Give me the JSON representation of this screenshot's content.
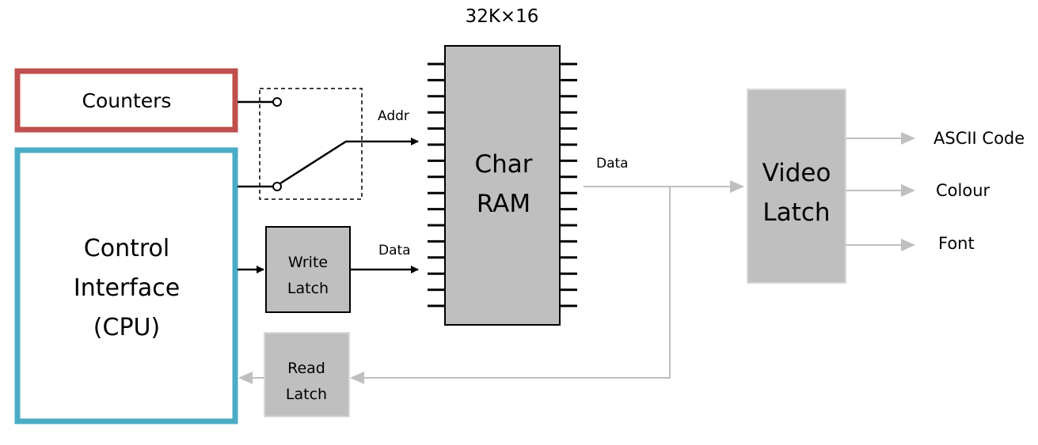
{
  "blocks": {
    "counters": {
      "label": "Counters",
      "color": "#c0504d"
    },
    "control_interface": {
      "label": "Control\nInterface\n(CPU)",
      "color": "#4bacc6"
    },
    "write_latch": {
      "label": "Write\nLatch",
      "fill": "#bfbfbf",
      "border": "#000000"
    },
    "read_latch": {
      "label": "Read\nLatch",
      "fill": "#bfbfbf",
      "border": "#d9d9d9"
    },
    "char_ram": {
      "label": "Char\nRAM",
      "caption": "32K×16",
      "fill": "#bfbfbf"
    },
    "video_latch": {
      "label": "Video\nLatch",
      "fill": "#bfbfbf",
      "border": "#d9d9d9"
    }
  },
  "signals": {
    "addr": "Addr",
    "write_data": "Data",
    "ram_data_out": "Data"
  },
  "outputs": [
    "ASCII Code",
    "Colour",
    "Font"
  ],
  "colors": {
    "black_line": "#000000",
    "grey_line": "#bfbfbf"
  }
}
